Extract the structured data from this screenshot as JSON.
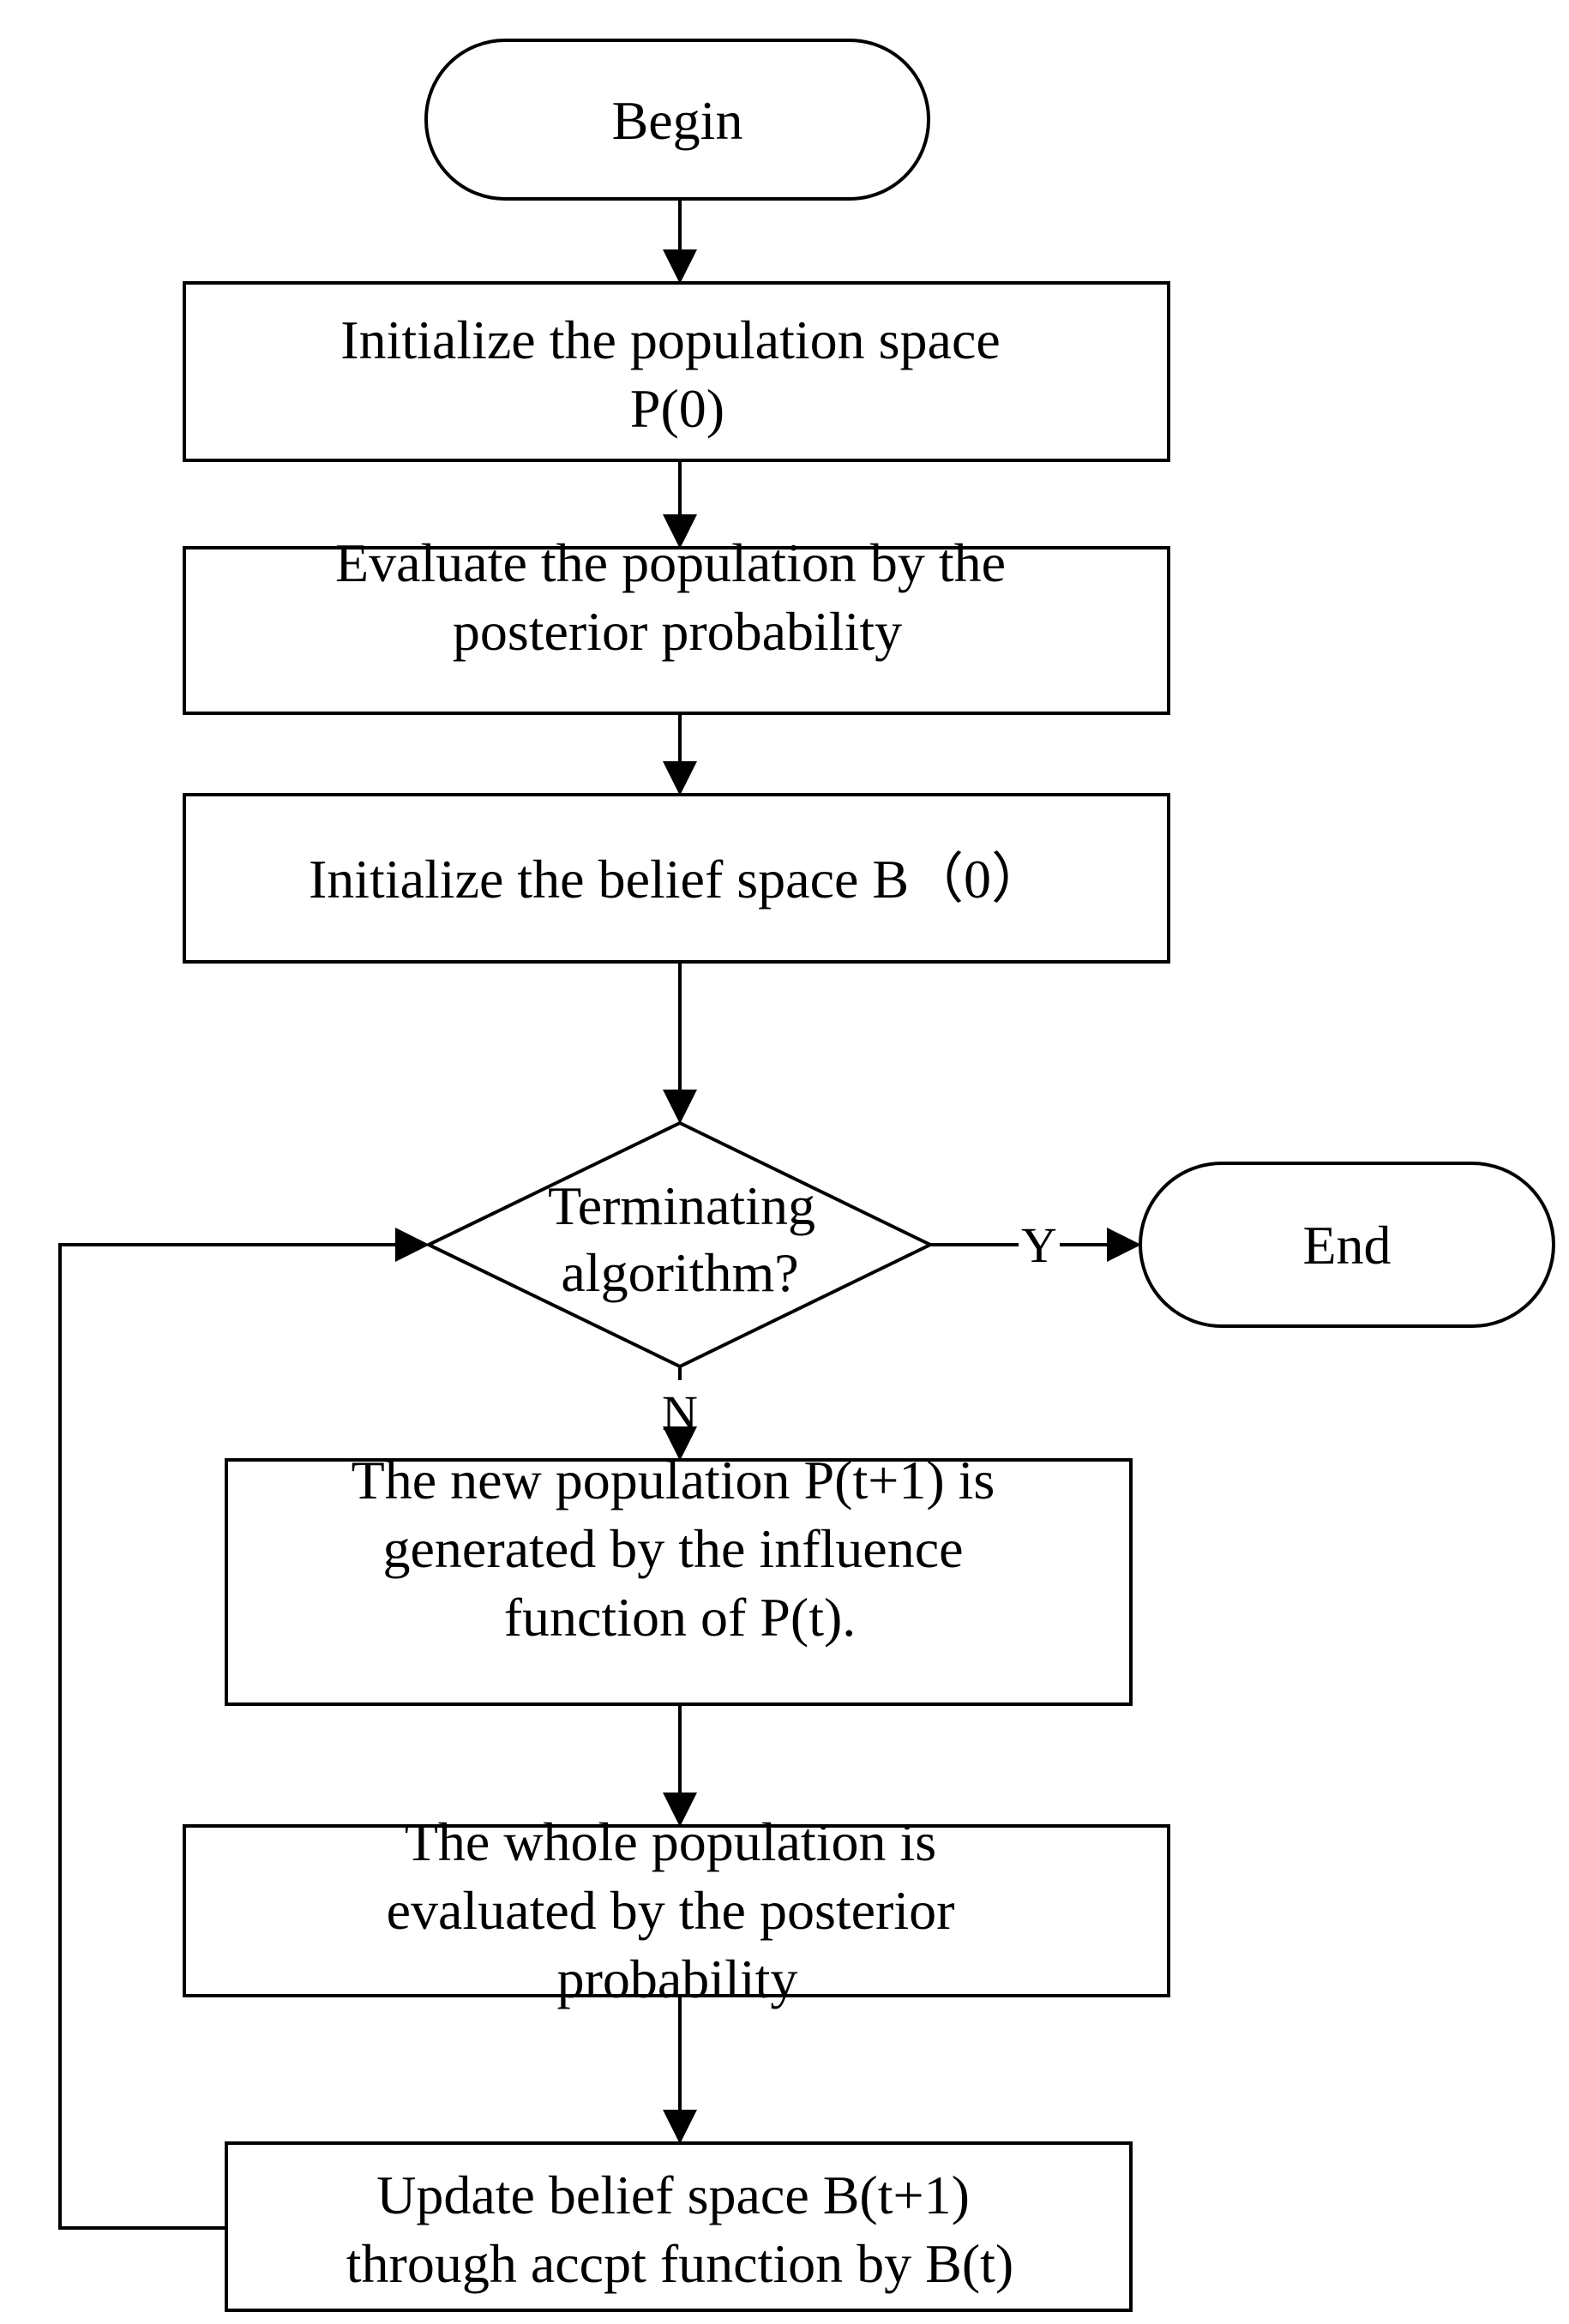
{
  "nodes": {
    "begin": {
      "label": "Begin"
    },
    "init_population": {
      "lines": [
        "Initialize the population space",
        "P(0)"
      ]
    },
    "evaluate_population": {
      "lines": [
        "Evaluate the population by the",
        "posterior probability"
      ]
    },
    "init_belief": {
      "lines": [
        "Initialize the belief space B（0）"
      ]
    },
    "terminate_decision": {
      "lines": [
        "Terminating",
        "algorithm?"
      ]
    },
    "end": {
      "label": "End"
    },
    "new_population": {
      "lines": [
        "The new population P(t+1) is",
        "generated by the influence",
        "function of P(t)."
      ]
    },
    "evaluate_whole": {
      "lines": [
        "The whole population is",
        "evaluated by  the posterior",
        "probability"
      ]
    },
    "update_belief": {
      "lines": [
        "Update belief space B(t+1)",
        "through accpt function by B(t)"
      ]
    }
  },
  "edge_labels": {
    "yes": "Y",
    "no": "N"
  }
}
